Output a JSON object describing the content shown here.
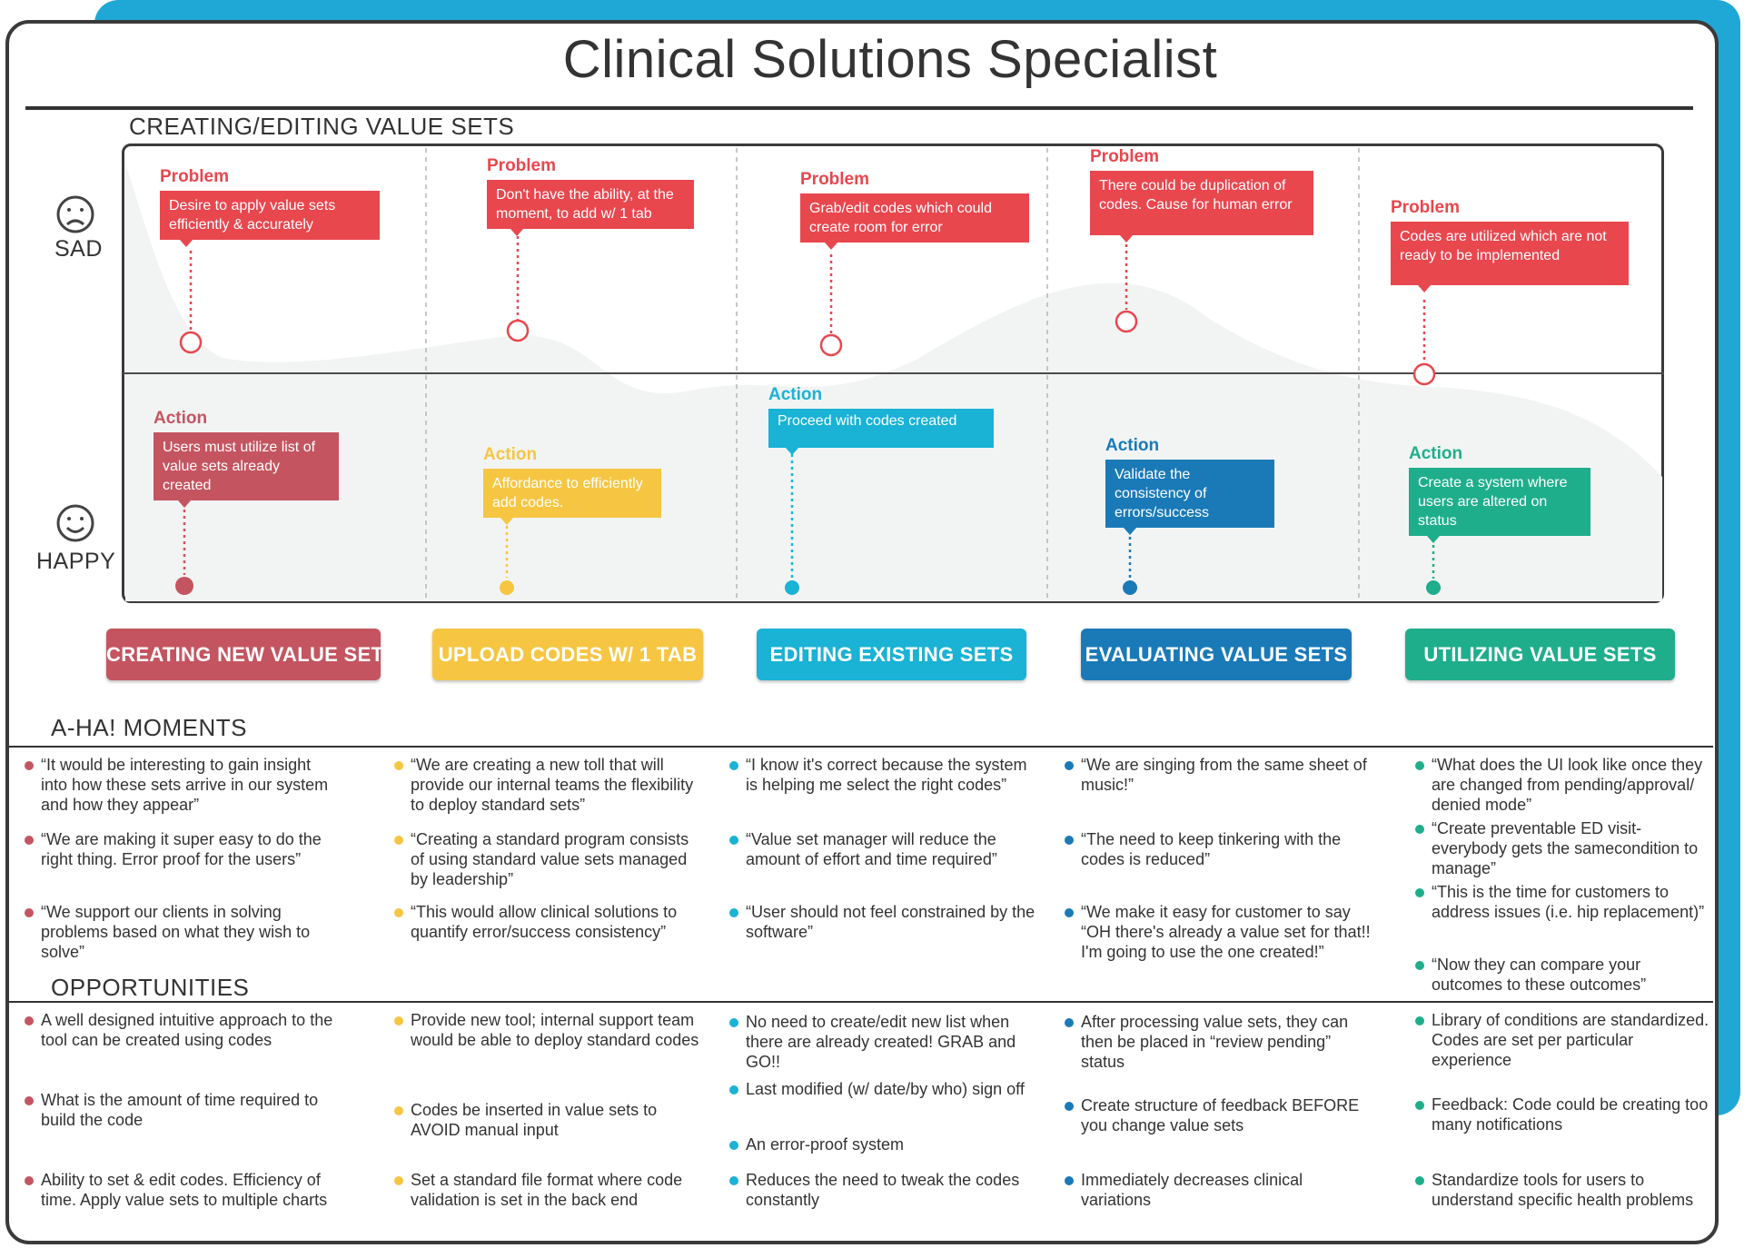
{
  "title": "Clinical Solutions Specialist",
  "sections": {
    "journey": "CREATING/EDITING VALUE SETS",
    "aha": "A-HA! MOMENTS",
    "opportunities": "OPPORTUNITIES"
  },
  "faces": {
    "sad": "SAD",
    "happy": "HAPPY"
  },
  "colors": {
    "red": "#c45560",
    "yellow": "#f6c643",
    "blue": "#1ab2d5",
    "navy": "#1a7ab8",
    "teal": "#1fae8c",
    "problem": "#e8474e"
  },
  "stages": [
    {
      "label": "CREATING NEW VALUE SETS",
      "color": "#c45560",
      "problem_head": "Problem",
      "problem_text": "Desire to apply value sets efficiently & accurately",
      "action_head": "Action",
      "action_text": "Users must utilize list of value sets already created",
      "aha": [
        "“It would be interesting to gain insight into how these sets arrive in our system and how they appear”",
        "“We are making it super easy to do the right thing. Error proof for the users”",
        "“We support our clients in solving problems based on what they wish to solve”"
      ],
      "opportunities": [
        "A well designed intuitive approach to the tool can be created using codes",
        "What is the amount of time required to build the code",
        "Ability to set & edit codes. Efficiency of time. Apply value sets to multiple charts"
      ]
    },
    {
      "label": "UPLOAD CODES W/ 1 TAB",
      "color": "#f6c643",
      "problem_head": "Problem",
      "problem_text": "Don't have the ability, at the moment, to add w/ 1 tab",
      "action_head": "Action",
      "action_text": "Affordance to efficiently add codes.",
      "aha": [
        "“We are creating a new toll that will provide our internal teams the flexibility to deploy standard sets”",
        "“Creating a standard program consists of using standard value sets managed by leadership”",
        "“This would allow clinical solutions to quantify error/success consistency”"
      ],
      "opportunities": [
        "Provide new tool; internal support team would be able to deploy standard codes",
        "Codes be inserted in value sets to AVOID manual input",
        "Set a standard file format where code validation is set in the back end"
      ]
    },
    {
      "label": "EDITING EXISTING SETS",
      "color": "#1ab2d5",
      "problem_head": "Problem",
      "problem_text": "Grab/edit codes which could create room for error",
      "action_head": "Action",
      "action_text": "Proceed with codes created",
      "aha": [
        "“I know it's correct because the system is helping me  select the right codes”",
        "“Value set manager will reduce the amount of effort and time required”",
        "“User should not feel constrained by the software”"
      ],
      "opportunities": [
        "No need to create/edit new list when there are already created! GRAB and GO!!",
        "Last modified (w/ date/by who) sign off",
        "An error-proof system",
        "Reduces the need to tweak the codes constantly"
      ]
    },
    {
      "label": "EVALUATING VALUE SETS",
      "color": "#1a7ab8",
      "problem_head": "Problem",
      "problem_text": "There could be duplication of codes. Cause for human error",
      "action_head": "Action",
      "action_text": "Validate the consistency of errors/success",
      "aha": [
        "“We are singing from the same sheet of music!”",
        "“The need to keep tinkering with the codes is reduced”",
        "“We make it easy for customer to say “OH there's already a value set for that!! I'm going to use the one created!”"
      ],
      "opportunities": [
        "After processing value sets, they can then be placed in “review pending” status",
        "Create structure of feedback BEFORE you change value sets",
        "Immediately decreases clinical variations"
      ]
    },
    {
      "label": "UTILIZING VALUE SETS",
      "color": "#1fae8c",
      "problem_head": "Problem",
      "problem_text": "Codes are utilized which are not ready to be implemented",
      "action_head": "Action",
      "action_text": "Create a system where users are altered on status",
      "aha": [
        "“What does the UI look like once they are changed from pending/approval/ denied mode”",
        "“Create preventable ED visit- everybody gets the samecondition to manage”",
        "“This is the time for customers to address issues (i.e. hip replacement)”",
        "“Now they can compare your outcomes to these outcomes”"
      ],
      "opportunities": [
        "Library of conditions are standardized. Codes are set per particular experience",
        "Feedback: Code could be creating too many notifications",
        "Standardize tools for users to understand specific health problems"
      ]
    }
  ]
}
